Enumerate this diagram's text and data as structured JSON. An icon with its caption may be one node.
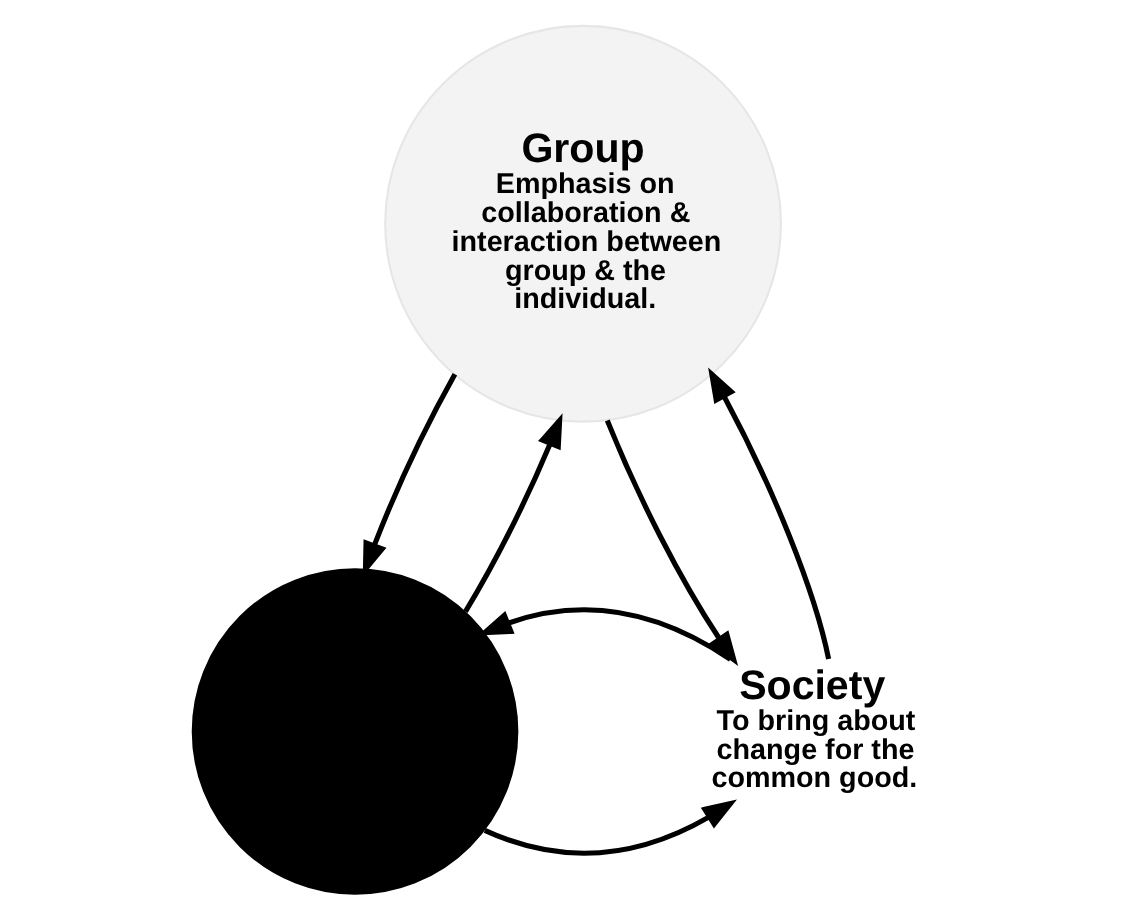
{
  "diagram": {
    "nodes": [
      {
        "text": [
          "Group",
          "Emphasis on collaboration & interaction between group & the individual."
        ]
      },
      {
        "text": [],
        "shape": "circle"
      },
      {
        "text": [
          "Society",
          "To bring about change for the common good."
        ]
      }
    ],
    "edges": [
      {
        "from": 1,
        "to": 0,
        "arrow": "to"
      },
      {
        "from": 0,
        "to": 1,
        "arrow": "to"
      },
      {
        "from": 0,
        "to": 2,
        "arrow": "to"
      },
      {
        "from": 2,
        "to": 0,
        "arrow": "to"
      },
      {
        "from": 1,
        "to": 2,
        "arrow": "to"
      },
      {
        "from": 2,
        "to": 1,
        "arrow": "to"
      }
    ]
  }
}
